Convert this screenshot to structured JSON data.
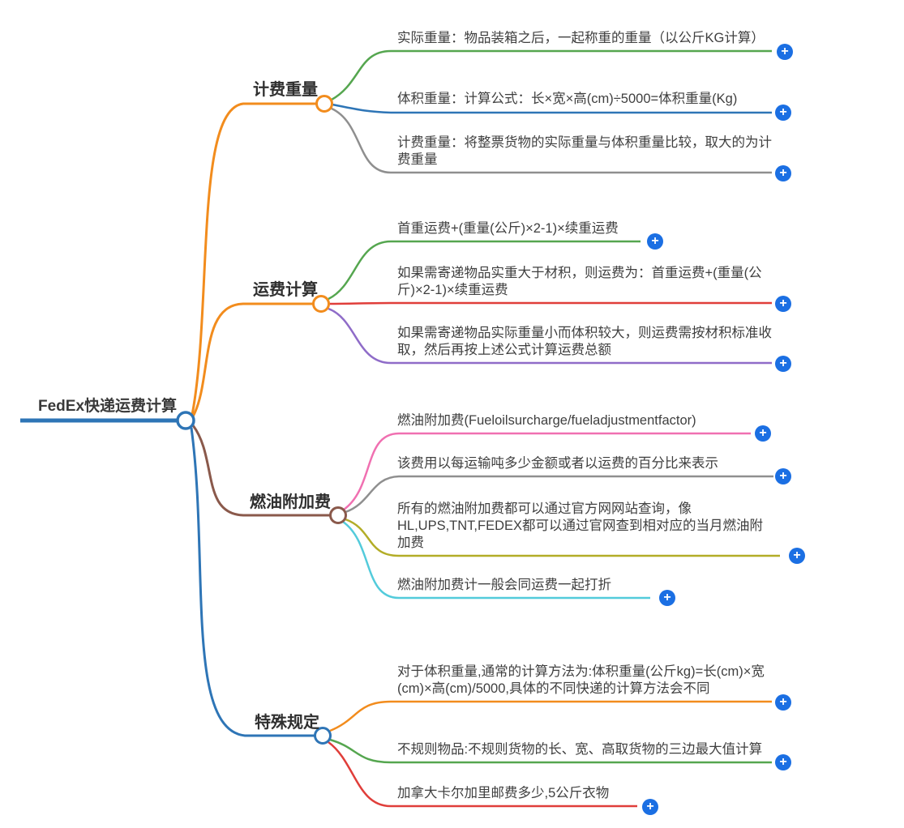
{
  "title": "FedEx快递运费计算",
  "icons": {
    "add_node": "+"
  },
  "colors": {
    "root_blue": "#2e75b6",
    "plus_button_blue": "#1b6fe3",
    "orange": "#f28c1d",
    "green": "#55a64f",
    "blue": "#2e75b6",
    "gray": "#8f8f8f",
    "red": "#e03e3a",
    "purple": "#8f6cc8",
    "pink": "#f070b1",
    "olive": "#b3ad27",
    "cyan": "#53cbdb",
    "brown": "#8a594b"
  },
  "root": {
    "label": "FedEx快递运费计算",
    "color": "#2e75b6"
  },
  "branches": [
    {
      "label": "计费重量",
      "color": "#f28c1d",
      "children": [
        {
          "text": "实际重量：物品装箱之后，一起称重的重量（以公斤KG计算）",
          "color": "#55a64f"
        },
        {
          "text": "体积重量：计算公式：长×宽×高(cm)÷5000=体积重量(Kg)",
          "color": "#2e75b6"
        },
        {
          "text": "计费重量：将整票货物的实际重量与体积重量比较，取大的为计费重量",
          "color": "#8f8f8f"
        }
      ]
    },
    {
      "label": "运费计算",
      "color": "#f28c1d",
      "children": [
        {
          "text": "首重运费+(重量(公斤)×2-1)×续重运费",
          "color": "#55a64f"
        },
        {
          "text": "如果需寄递物品实重大于材积，则运费为：首重运费+(重量(公斤)×2-1)×续重运费",
          "color": "#e03e3a"
        },
        {
          "text": "如果需寄递物品实际重量小而体积较大，则运费需按材积标准收取，然后再按上述公式计算运费总额",
          "color": "#8f6cc8"
        }
      ]
    },
    {
      "label": "燃油附加费",
      "color": "#8a594b",
      "children": [
        {
          "text": "燃油附加费(Fueloilsurcharge/fueladjustmentfactor)",
          "color": "#f070b1"
        },
        {
          "text": "该费用以每运输吨多少金额或者以运费的百分比来表示",
          "color": "#8f8f8f"
        },
        {
          "text": "所有的燃油附加费都可以通过官方网网站查询，像HL,UPS,TNT,FEDEX都可以通过官网查到相对应的当月燃油附加费",
          "color": "#b3ad27"
        },
        {
          "text": "燃油附加费计一般会同运费一起打折",
          "color": "#53cbdb"
        }
      ]
    },
    {
      "label": "特殊规定",
      "color": "#2e75b6",
      "children": [
        {
          "text": "对于体积重量,通常的计算方法为:体积重量(公斤kg)=长(cm)×宽(cm)×高(cm)/5000,具体的不同快递的计算方法会不同",
          "color": "#f28c1d"
        },
        {
          "text": "不规则物品:不规则货物的长、宽、高取货物的三边最大值计算",
          "color": "#55a64f"
        },
        {
          "text": "加拿大卡尔加里邮费多少,5公斤衣物",
          "color": "#e03e3a"
        }
      ]
    }
  ]
}
